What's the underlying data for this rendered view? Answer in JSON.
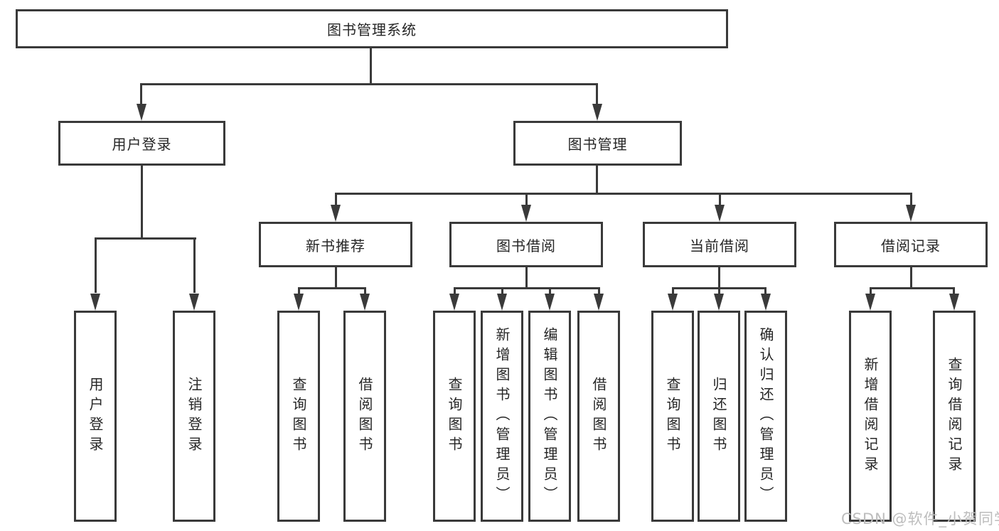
{
  "diagram": {
    "root": {
      "label": "图书管理系统"
    },
    "level2": [
      {
        "label": "用户登录"
      },
      {
        "label": "图书管理"
      }
    ],
    "login_children": [
      {
        "label": "用户登录"
      },
      {
        "label": "注销登录"
      }
    ],
    "groups": [
      {
        "label": "新书推荐",
        "children": [
          {
            "label": "查询图书"
          },
          {
            "label": "借阅图书"
          }
        ]
      },
      {
        "label": "图书借阅",
        "children": [
          {
            "label": "查询图书"
          },
          {
            "label": "新增图书（管理员）"
          },
          {
            "label": "编辑图书（管理员）"
          },
          {
            "label": "借阅图书"
          }
        ]
      },
      {
        "label": "当前借阅",
        "children": [
          {
            "label": "查询图书"
          },
          {
            "label": "归还图书"
          },
          {
            "label": "确认归还（管理员）"
          }
        ]
      },
      {
        "label": "借阅记录",
        "children": [
          {
            "label": "新增借阅记录"
          },
          {
            "label": "查询借阅记录"
          }
        ]
      }
    ]
  },
  "watermark": {
    "text": "CSDN @软件_小贺同学"
  },
  "colors": {
    "line": "#3a3a3a",
    "text": "#262626",
    "watermark": "#bdbdbd",
    "background": "#ffffff"
  }
}
